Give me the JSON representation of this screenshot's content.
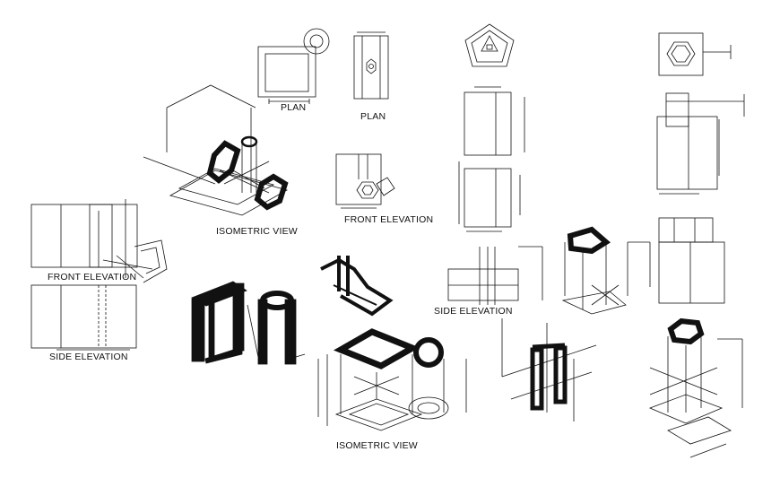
{
  "labels": {
    "plan_1": "PLAN",
    "plan_2": "PLAN",
    "iso_1": "ISOMETRIC VIEW",
    "front_elev_1": "FRONT ELEVATION",
    "front_elev_2": "FRONT ELEVATION",
    "side_elev_1": "SIDE ELEVATION",
    "side_elev_2": "SIDE ELEVATION",
    "iso_2": "ISOMETRIC VIEW"
  },
  "colors": {
    "line": "#111111",
    "background": "#ffffff"
  }
}
